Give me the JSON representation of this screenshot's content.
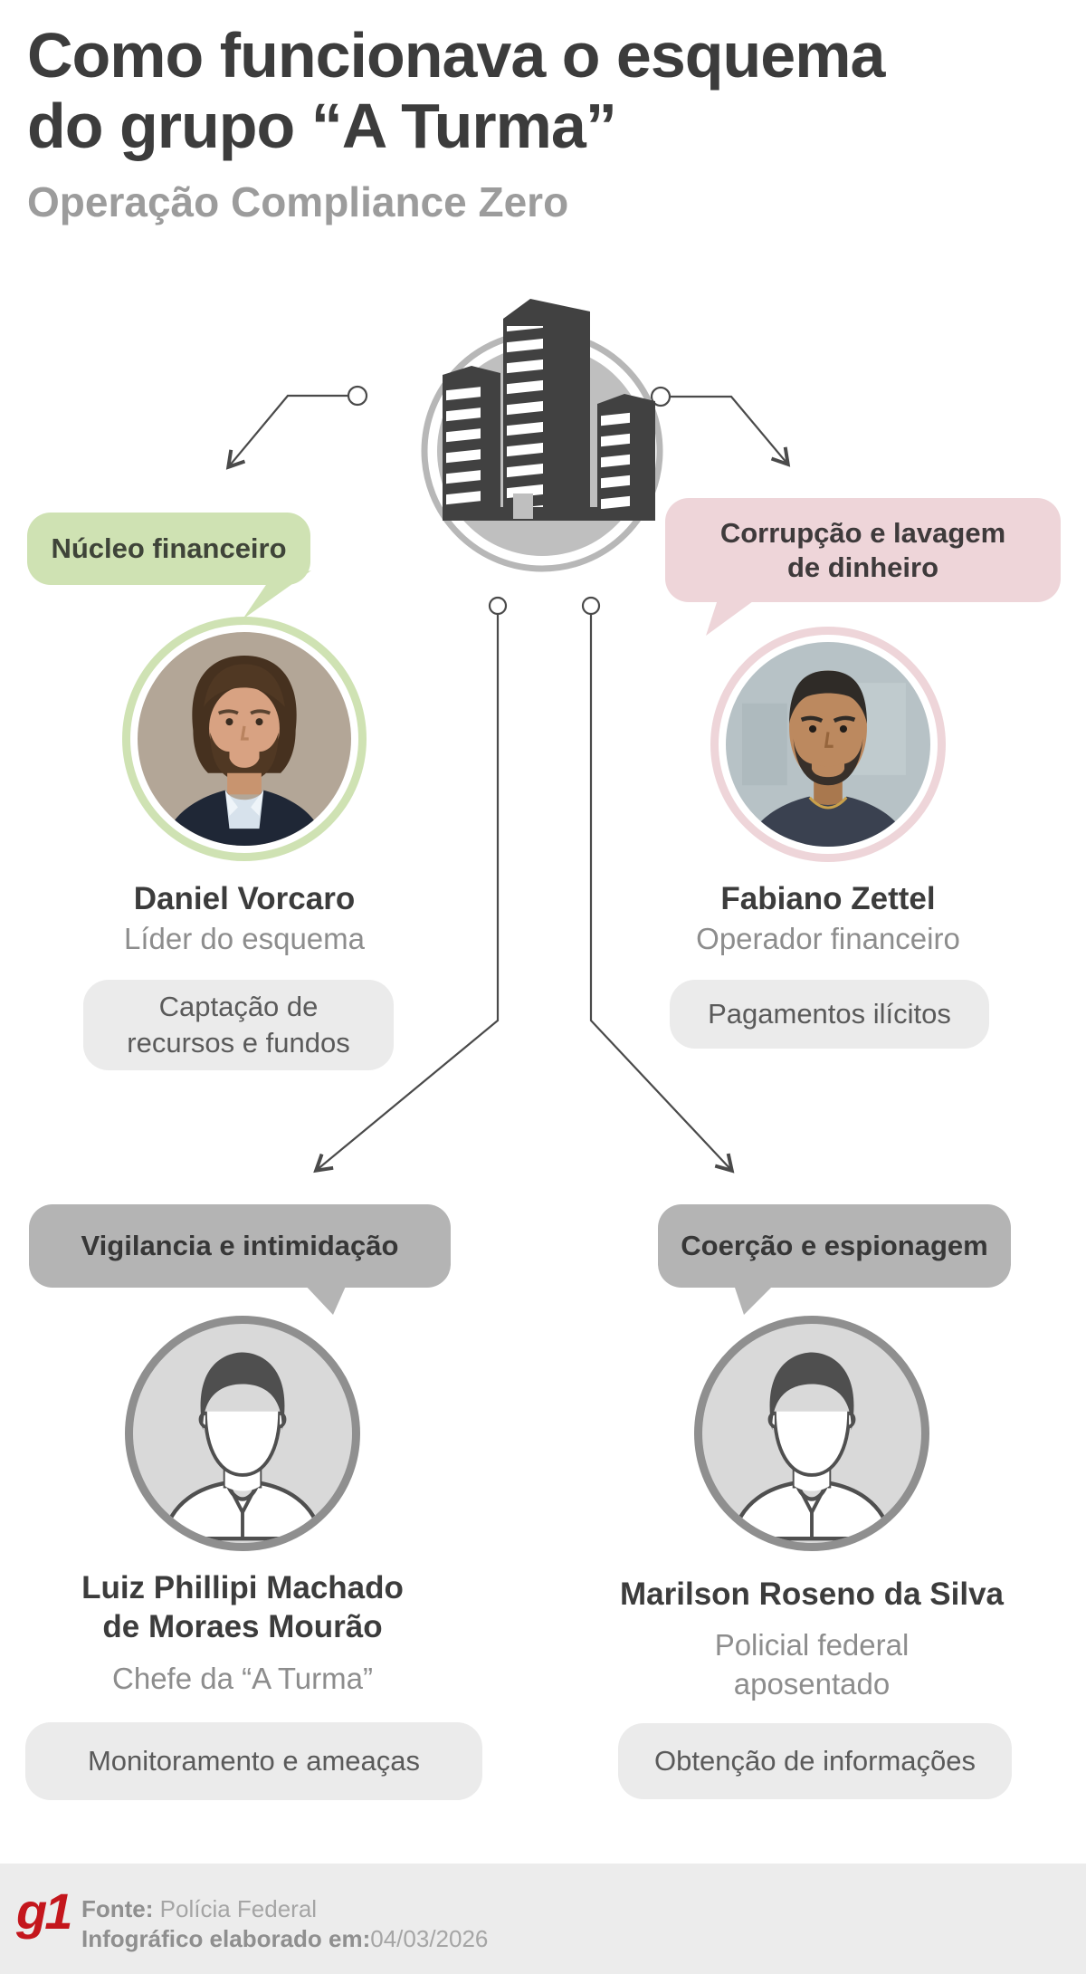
{
  "header": {
    "title_line1": "Como funcionava o esquema",
    "title_line2": "do grupo “A Turma”",
    "subtitle": "Operação Compliance Zero"
  },
  "center_icon": "buildings-in-circle",
  "people": {
    "daniel": {
      "bubble": "Núcleo financeiro",
      "name": "Daniel Vorcaro",
      "role": "Líder do esquema",
      "action_line1": "Captação de",
      "action_line2": "recursos e fundos"
    },
    "fabiano": {
      "bubble_line1": "Corrupção e lavagem",
      "bubble_line2": "de dinheiro",
      "name": "Fabiano Zettel",
      "role": "Operador financeiro",
      "action": "Pagamentos ilícitos"
    },
    "luiz": {
      "bubble": "Vigilancia e intimidação",
      "name_line1": "Luiz Phillipi Machado",
      "name_line2": "de Moraes Mourão",
      "role": "Chefe da “A Turma”",
      "action": "Monitoramento e ameaças"
    },
    "marilson": {
      "bubble": "Coerção e espionagem",
      "name": "Marilson Roseno da Silva",
      "role_line1": "Policial federal",
      "role_line2": "aposentado",
      "action": "Obtenção de informações"
    }
  },
  "footer": {
    "logo": "g1",
    "source_label": "Fonte:",
    "source_value": " Polícia Federal",
    "elaborated_label": "Infográfico elaborado em:",
    "elaborated_value": "04/03/2026"
  },
  "colors": {
    "accent_green": "#cfe2b3",
    "accent_pink": "#eed5d9",
    "bubble_gray": "#b4b4b4",
    "box_gray": "#ebebeb",
    "brand_red": "#c4161c",
    "line": "#4a4a4a"
  }
}
